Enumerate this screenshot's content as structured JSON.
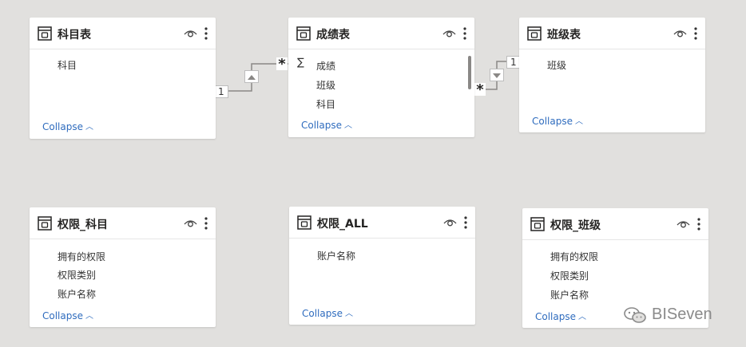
{
  "tables": [
    {
      "id": "t1",
      "title": "科目表",
      "fields": [
        "科目"
      ],
      "collapse": "Collapse"
    },
    {
      "id": "t2",
      "title": "成绩表",
      "fields": [
        "成绩",
        "班级",
        "科目"
      ],
      "collapse": "Collapse"
    },
    {
      "id": "t3",
      "title": "班级表",
      "fields": [
        "班级"
      ],
      "collapse": "Collapse"
    },
    {
      "id": "t4",
      "title": "权限_科目",
      "fields": [
        "拥有的权限",
        "权限类别",
        "账户名称"
      ],
      "collapse": "Collapse"
    },
    {
      "id": "t5",
      "title": "权限_ALL",
      "fields": [
        "账户名称"
      ],
      "collapse": "Collapse"
    },
    {
      "id": "t6",
      "title": "权限_班级",
      "fields": [
        "拥有的权限",
        "权限类别",
        "账户名称"
      ],
      "collapse": "Collapse"
    }
  ],
  "relationships": [
    {
      "from": "科目表",
      "to": "成绩表",
      "from_cardinality": "1",
      "to_cardinality": "*"
    },
    {
      "from": "成绩表",
      "to": "班级表",
      "from_cardinality": "*",
      "to_cardinality": "1"
    }
  ],
  "watermark": "BISeven",
  "colors": {
    "canvas": "#e1e0de",
    "card": "#ffffff",
    "link": "#2f6cbe",
    "line": "#8a8886"
  }
}
